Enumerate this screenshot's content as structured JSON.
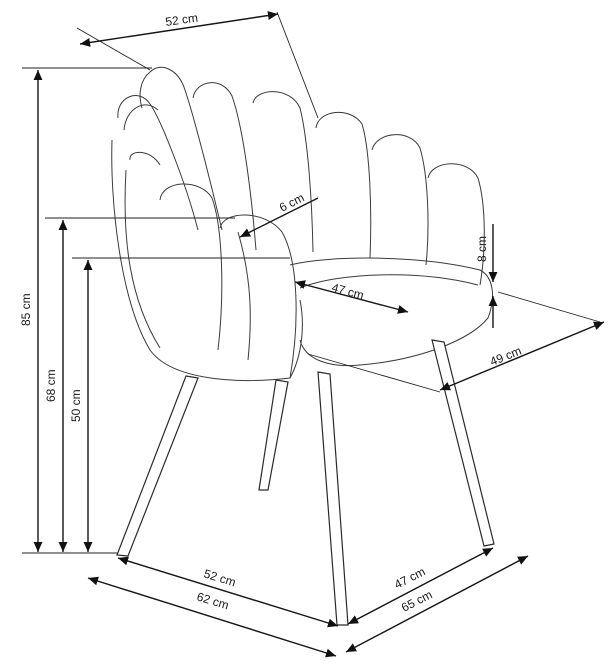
{
  "dimensions": {
    "top_width": "52 cm",
    "armrest_width": "6 cm",
    "seat_depth": "47 cm",
    "seat_thickness": "8 cm",
    "side_depth": "49 cm",
    "total_height": "85 cm",
    "armrest_height": "68 cm",
    "seat_height": "50 cm",
    "base_front_inner": "52 cm",
    "base_front_outer": "62 cm",
    "base_side_inner": "47 cm",
    "base_side_outer": "65 cm"
  },
  "colors": {
    "line": "#151515",
    "outline": "#3a3a3a",
    "background": "#ffffff"
  }
}
